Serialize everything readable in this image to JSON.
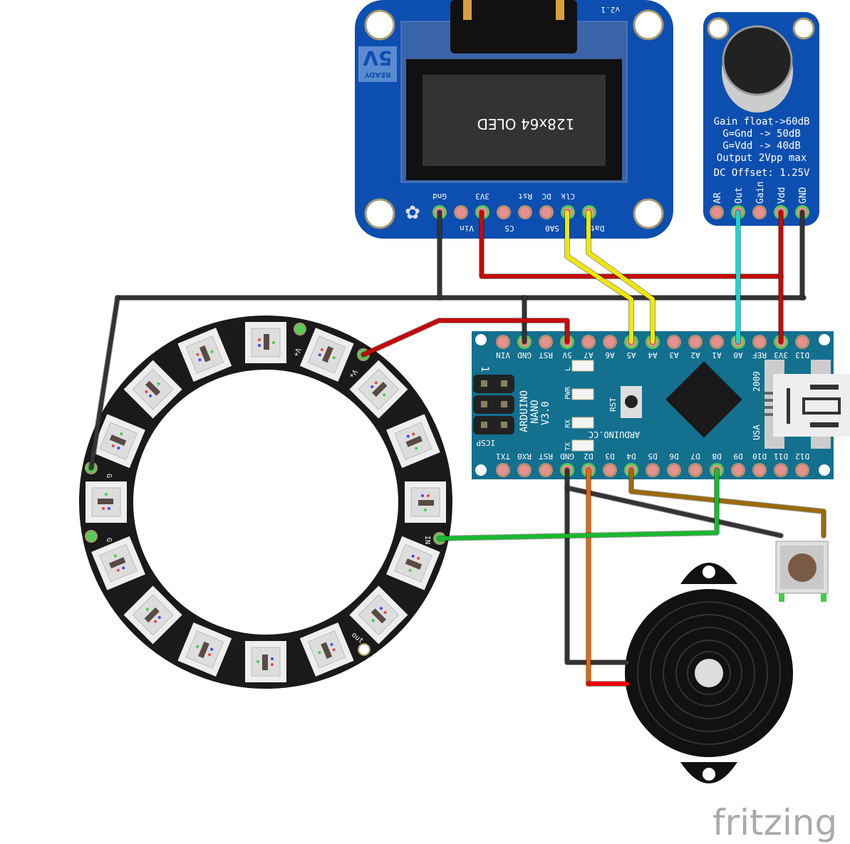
{
  "oled": {
    "screen_text": "128x64 OLED",
    "badge_big": "5V",
    "badge_small": "READY",
    "version": "v2.1",
    "pins": [
      "Gnd",
      "Vin",
      "3V3",
      "CS",
      "Rst",
      "DC",
      "Clk",
      "Data"
    ],
    "pins_top": [
      "Gnd",
      "",
      "3V3",
      "",
      "Rst",
      "DC",
      "Clk",
      ""
    ],
    "pins_bottom": [
      "",
      "Vin",
      "",
      "CS",
      "",
      "SA0",
      "",
      "Data"
    ]
  },
  "mic": {
    "lines": [
      "Gain float->60dB",
      "G=Gnd  -> 50dB",
      "G=Vdd  -> 40dB",
      "Output 2Vpp max",
      "DC Offset: 1.25V"
    ],
    "pins": [
      "AR",
      "Out",
      "Gain",
      "Vdd",
      "GND"
    ]
  },
  "nano": {
    "name": "ARDUINO",
    "model": "NANO",
    "version": "V3.0",
    "site": "ARDUINO.CC",
    "year": "2009",
    "country": "USA",
    "icsp": "ICSP",
    "icsp_pin": "1",
    "rst": "RST",
    "leds": [
      "L",
      "PWR",
      "RX",
      "TX"
    ],
    "top_pins": [
      "VIN",
      "GND",
      "RST",
      "5V",
      "A7",
      "A6",
      "A5",
      "A4",
      "A3",
      "A2",
      "A1",
      "A0",
      "REF",
      "3V3",
      "D13"
    ],
    "bottom_pins": [
      "TX1",
      "RX0",
      "RST",
      "GND",
      "D2",
      "D3",
      "D4",
      "D5",
      "D6",
      "D7",
      "D8",
      "D9",
      "D10",
      "D11",
      "D12"
    ]
  },
  "ring": {
    "labels": [
      "V+",
      "V+",
      "IN",
      "out",
      "G",
      "G"
    ]
  },
  "logo": "fritzing",
  "colors": {
    "board_blue": "#0d4fb0",
    "nano_blue": "#13708f",
    "wire_red": "#c20a0a",
    "wire_yellow": "#f0e800",
    "wire_cyan": "#18d8d0",
    "wire_green": "#1ab82e",
    "wire_orange": "#e06810",
    "wire_brown": "#9a6a0a",
    "wire_black": "#333333"
  }
}
